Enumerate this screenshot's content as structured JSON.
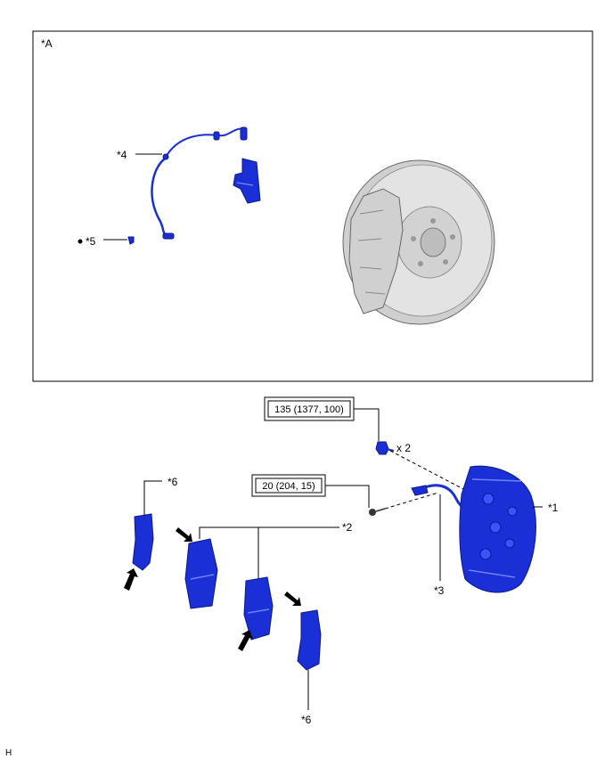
{
  "inset": {
    "label": "*A"
  },
  "callouts": {
    "c1": "*1",
    "c2": "*2",
    "c3": "*3",
    "c4": "*4",
    "c5": "*5",
    "c6a": "*6",
    "c6b": "*6"
  },
  "torque": {
    "t1": "135 (1377, 100)",
    "t2": "20 (204, 15)"
  },
  "quantity": {
    "q1": "x 2"
  },
  "footer": {
    "code": "H"
  },
  "icons": [
    "bolt-icon",
    "pad-arrow-icon",
    "non-reusable-dot-icon"
  ],
  "colors": {
    "part_blue": "#1a2fd6",
    "rotor_gray": "#d9d9d9"
  }
}
